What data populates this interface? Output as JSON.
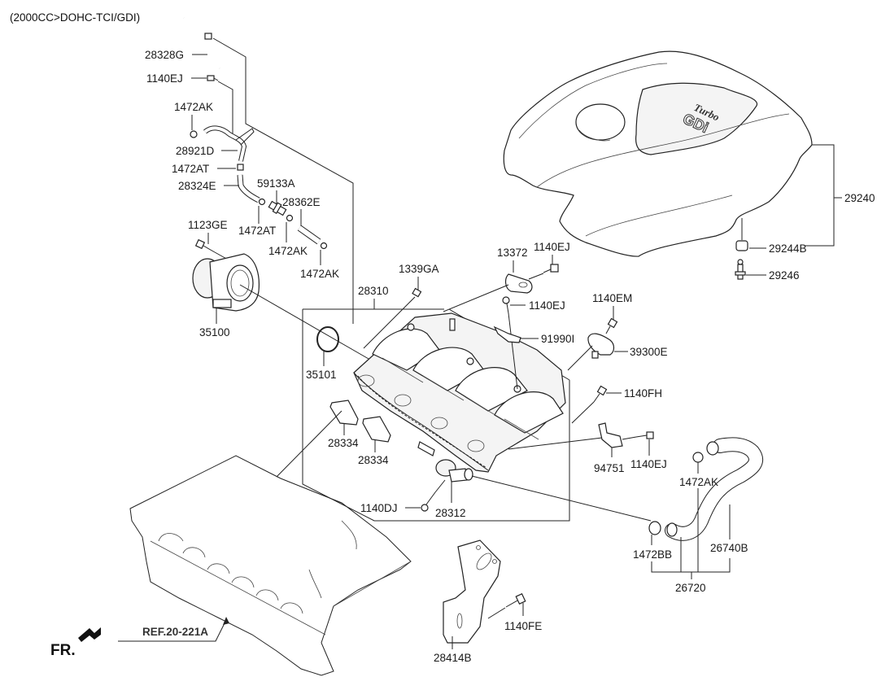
{
  "header": {
    "engine_spec": "(2000CC>DOHC-TCI/GDI)"
  },
  "orientation": {
    "front_label": "FR."
  },
  "reference": {
    "label": "REF.20-221A"
  },
  "cover_logo": {
    "line1": "Turbo",
    "line2": "GDi"
  },
  "parts": [
    {
      "id": "28328G"
    },
    {
      "id": "1140EJ",
      "position": "upper-left"
    },
    {
      "id": "1472AK",
      "position": "upper-left"
    },
    {
      "id": "28921D"
    },
    {
      "id": "1472AT",
      "position": "upper"
    },
    {
      "id": "28324E"
    },
    {
      "id": "59133A"
    },
    {
      "id": "28362E"
    },
    {
      "id": "1472AT",
      "position": "lower"
    },
    {
      "id": "1472AK",
      "position": "middle"
    },
    {
      "id": "1472AK",
      "position": "right"
    },
    {
      "id": "1123GE"
    },
    {
      "id": "35100"
    },
    {
      "id": "35101"
    },
    {
      "id": "1339GA"
    },
    {
      "id": "28310"
    },
    {
      "id": "13372"
    },
    {
      "id": "1140EJ",
      "position": "bracket"
    },
    {
      "id": "1140EJ",
      "position": "manifold-top"
    },
    {
      "id": "91990I"
    },
    {
      "id": "1140EM"
    },
    {
      "id": "39300E"
    },
    {
      "id": "1140FH"
    },
    {
      "id": "94751"
    },
    {
      "id": "1140EJ",
      "position": "lower-right"
    },
    {
      "id": "28334",
      "position": "left"
    },
    {
      "id": "28334",
      "position": "right"
    },
    {
      "id": "1140DJ"
    },
    {
      "id": "28312"
    },
    {
      "id": "1472AK",
      "position": "hose"
    },
    {
      "id": "1472BB"
    },
    {
      "id": "26740B"
    },
    {
      "id": "26720"
    },
    {
      "id": "1140FE"
    },
    {
      "id": "28414B"
    },
    {
      "id": "29240"
    },
    {
      "id": "29244B"
    },
    {
      "id": "29246"
    }
  ]
}
